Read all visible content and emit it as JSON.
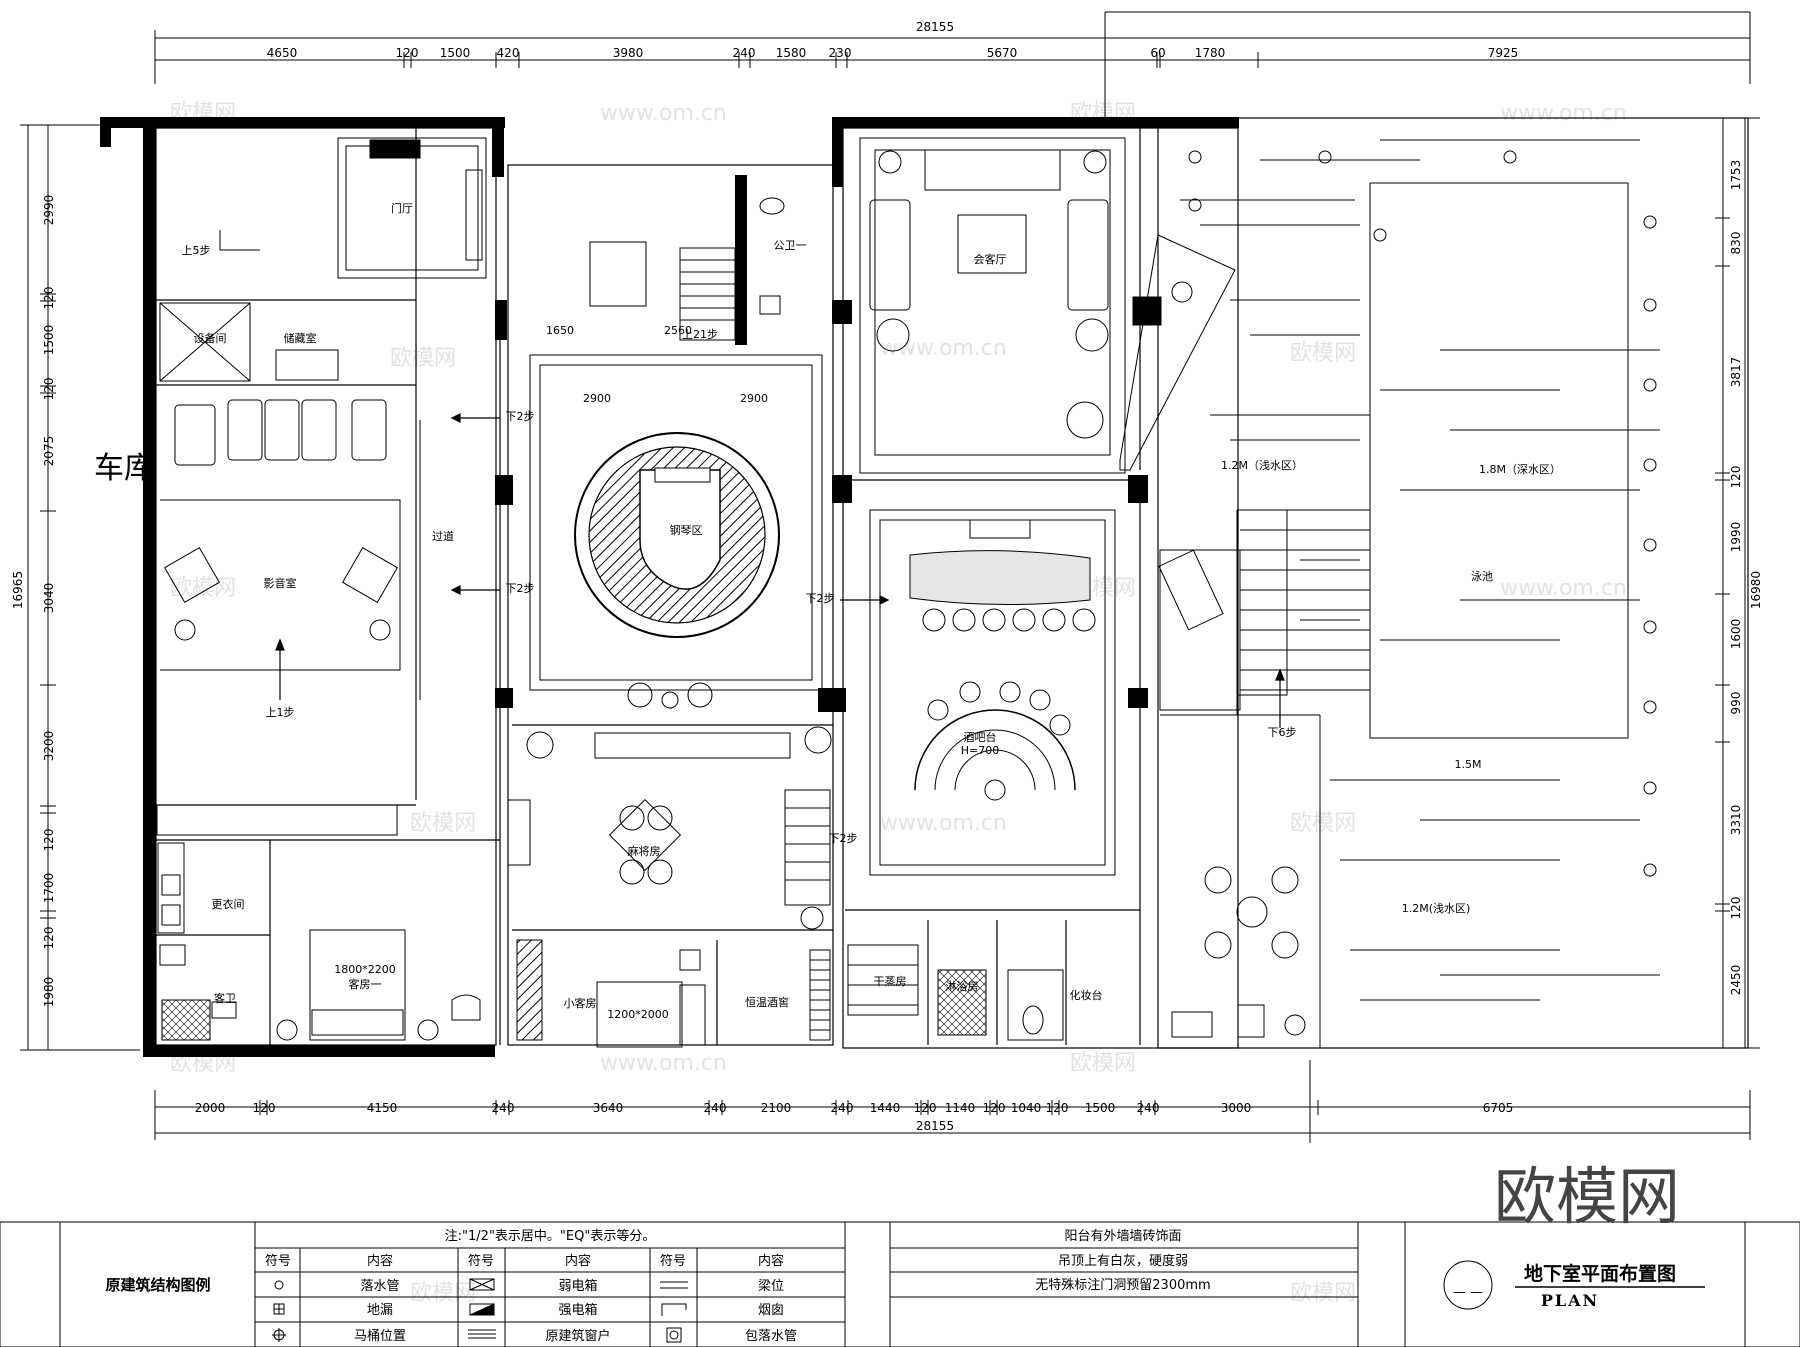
{
  "dims_top": {
    "total": "28155",
    "segments": [
      "4650",
      "120",
      "1500",
      "420",
      "3980",
      "240",
      "1580",
      "230",
      "5670",
      "60",
      "1780",
      "7925"
    ]
  },
  "dims_bottom": {
    "total": "28155",
    "segments": [
      "2000",
      "120",
      "4150",
      "240",
      "3640",
      "240",
      "2100",
      "240",
      "1440",
      "120",
      "1140",
      "120",
      "1040",
      "120",
      "1500",
      "240",
      "3000",
      "6705"
    ]
  },
  "dims_left": {
    "total": "16965",
    "segments": [
      "2990",
      "120",
      "1500",
      "120",
      "2075",
      "3040",
      "3200",
      "120",
      "1700",
      "120",
      "1980"
    ]
  },
  "dims_right": {
    "total": "16980",
    "segments": [
      "1753",
      "830",
      "3817",
      "120",
      "1990",
      "1600",
      "990",
      "3310",
      "120",
      "2450"
    ]
  },
  "inner_dims": [
    "1650",
    "2560",
    "2900",
    "2900"
  ],
  "rooms": {
    "garage": "车库",
    "foyer": "门厅",
    "up5": "上5步",
    "equipment": "设备间",
    "storage": "储藏室",
    "theater": "影音室",
    "corridor": "过道",
    "up1": "上1步",
    "down2_a": "下2步",
    "down2_b": "下2步",
    "down2_c": "下2步",
    "down2_d": "下2步",
    "up21": "上21步",
    "public_wc": "公卫一",
    "lounge": "会客厅",
    "piano": "钢琴区",
    "bar": "酒吧台",
    "bar_h": "H=700",
    "mahjong": "麻将房",
    "cloakroom": "更衣间",
    "guest_bath": "客卫",
    "guest_bed_size": "1800*2200",
    "guest_room1": "客房一",
    "small_guest": "小客房",
    "small_bed_size": "1200*2000",
    "wine_cellar": "恒温酒窖",
    "sauna": "干蒸房",
    "shower": "淋浴房",
    "vanity": "化妆台",
    "pool": "泳池",
    "shallow_a": "1.2M（浅水区）",
    "deep": "1.8M（深水区）",
    "mid": "1.5M",
    "shallow_b": "1.2M(浅水区)",
    "down6": "下6步"
  },
  "legend": {
    "title": "原建筑结构图例",
    "note": "注:\"1/2\"表示居中。\"EQ\"表示等分。",
    "col_symbol": "符号",
    "col_content": "内容",
    "items": [
      [
        "落水管",
        "弱电箱",
        "梁位"
      ],
      [
        "地漏",
        "强电箱",
        "烟囱"
      ],
      [
        "马桶位置",
        "原建筑窗户",
        "包落水管"
      ]
    ],
    "remarks": [
      "阳台有外墙墙砖饰面",
      "吊顶上有白灰，硬度弱",
      "无特殊标注门洞预留2300mm"
    ]
  },
  "title_block": {
    "title": "地下室平面布置图",
    "subtitle": "PLAN",
    "symbol": "— —"
  },
  "watermark": {
    "logo": "欧模网",
    "small": "欧模网",
    "url": "www.om.cn"
  }
}
